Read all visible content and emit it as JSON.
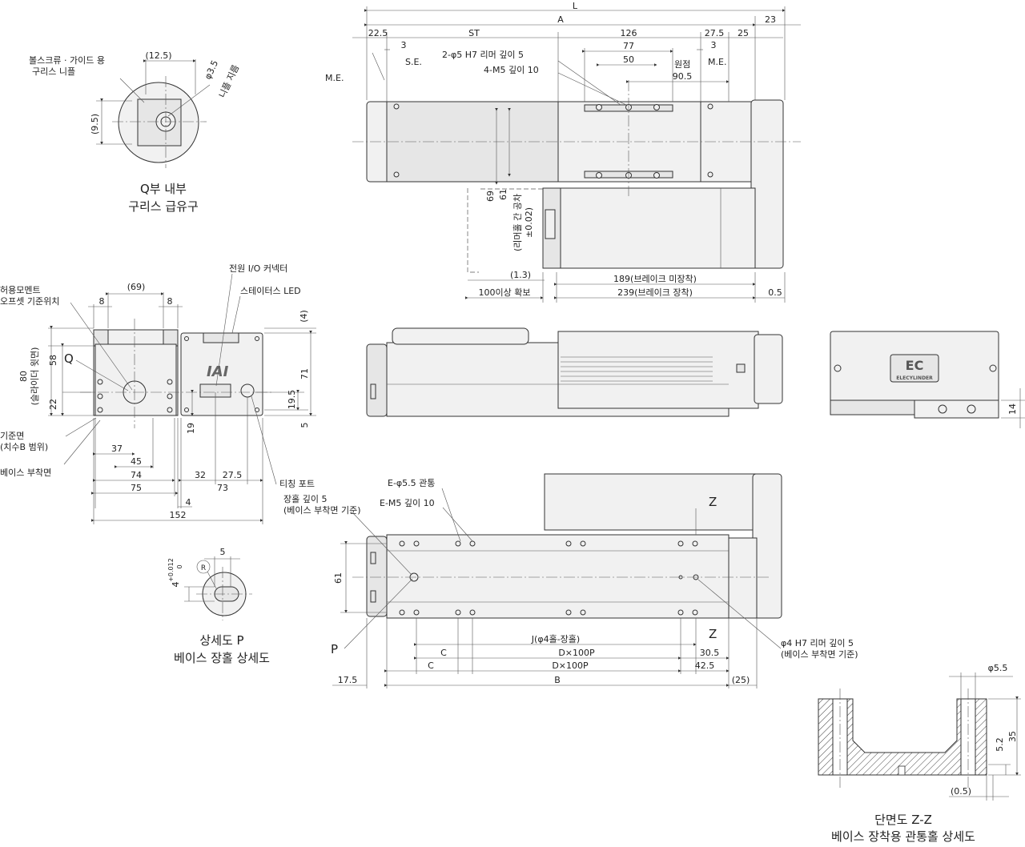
{
  "grease_view": {
    "title": "Q부 내부",
    "subtitle": "구리스 급유구",
    "nipple_label_1": "볼스크류 · 가이드 용",
    "nipple_label_2": "구리스 니플",
    "dim_width": "(12.5)",
    "dim_height": "(9.5)",
    "dim_dia_1": "φ3.5",
    "dim_dia_2": "니플 지름"
  },
  "top_view": {
    "dim_L": "L",
    "dim_A": "A",
    "dim_23": "23",
    "dim_22_5": "22.5",
    "dim_ST": "ST",
    "dim_126": "126",
    "dim_27_5": "27.5",
    "dim_25": "25",
    "dim_3a": "3",
    "dim_3b": "3",
    "label_ME_left": "M.E.",
    "label_SE": "S.E.",
    "label_ME_right": "M.E.",
    "hole_2phi5": "2-φ5 H7 리머 깊이 5",
    "hole_4m5": "4-M5 깊이 10",
    "dim_77": "77",
    "dim_50": "50",
    "label_origin": "원점",
    "dim_90_5": "90.5",
    "dim_69": "69",
    "dim_61": "61",
    "tol_1": "(리머홀 간 공차",
    "tol_2": "±0.02)",
    "dim_1_3": "(1.3)",
    "dim_100": "100이상 확보",
    "dim_189": "189(브레이크 미장착)",
    "dim_239": "239(브레이크 장착)",
    "dim_0_5": "0.5"
  },
  "end_view": {
    "label_moment_1": "허용모멘트",
    "label_moment_2": "오프셋 기준위치",
    "dim_8a": "8",
    "dim_69p": "(69)",
    "dim_8b": "8",
    "label_Q": "Q",
    "dim_80_1": "80",
    "dim_80_2": "(슬라이더 윗면)",
    "dim_58": "58",
    "dim_22": "22",
    "label_ref_1": "기준면",
    "label_ref_2": "(치수B 범위)",
    "label_base": "베이스 부착면",
    "dim_37": "37",
    "dim_45": "45",
    "dim_74": "74",
    "dim_75": "75",
    "dim_4": "4",
    "dim_152": "152",
    "dim_19": "19",
    "dim_32": "32",
    "dim_27_5": "27.5",
    "dim_73": "73",
    "label_power": "전원 I/O 커넥터",
    "label_status": "스테이터스 LED",
    "dim_4p": "(4)",
    "dim_71": "71",
    "dim_19_5": "19.5",
    "dim_5": "5",
    "label_teach": "티칭 포트",
    "logo_text": "IAI"
  },
  "side_view": {
    "logo_line1": "EC",
    "logo_line2": "ELECYLINDER",
    "dim_14": "14"
  },
  "bottom_view": {
    "hole_e5_5": "E-φ5.5 관통",
    "hole_em5": "E-M5 깊이 10",
    "label_long_1": "장홀 깊이 5",
    "label_long_2": "(베이스 부착면 기준)",
    "label_Z_top": "Z",
    "label_Z_bottom": "Z",
    "dim_61": "61",
    "label_P": "P",
    "dim_J": "J(φ4홀-장홀)",
    "dim_C1": "C",
    "dim_DxP1": "D×100P",
    "dim_30_5": "30.5",
    "dim_C2": "C",
    "dim_DxP2": "D×100P",
    "dim_42_5": "42.5",
    "dim_17_5": "17.5",
    "dim_B": "B",
    "dim_25p": "(25)",
    "hole_phi4_1": "φ4 H7 리머 깊이 5",
    "hole_phi4_2": "(베이스 부착면 기준)"
  },
  "detail_p": {
    "dim_5": "5",
    "dim_4": "4",
    "tol_upper": "+0.012",
    "tol_lower": "0",
    "title": "상세도 P",
    "subtitle": "베이스 장홀 상세도"
  },
  "section_z": {
    "dim_phi5_5": "φ5.5",
    "dim_35": "35",
    "dim_5_2": "5.2",
    "dim_0_5": "(0.5)",
    "title": "단면도 Z-Z",
    "subtitle": "베이스 장착용 관통홀 상세도"
  }
}
